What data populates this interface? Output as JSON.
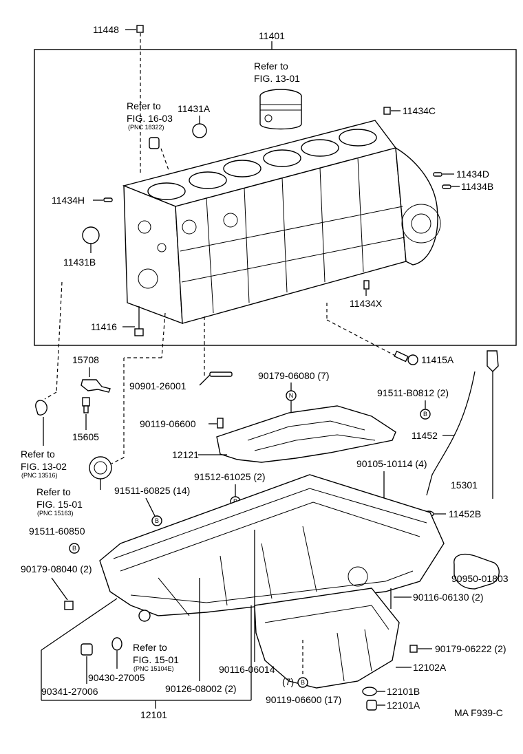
{
  "diagram_code": "MA  F939-C",
  "group_label": "11401",
  "bubble_mark": "B",
  "bubble_mark_n": "N",
  "refs": {
    "fig_13_01": {
      "line1": "Refer to",
      "line2": "FIG. 13-01"
    },
    "fig_16_03": {
      "line1": "Refer to",
      "line2": "FIG. 16-03",
      "pnc": "(PNC 18322)"
    },
    "fig_13_02": {
      "line1": "Refer to",
      "line2": "FIG. 13-02",
      "pnc": "(PNC 13516)"
    },
    "fig_15_01a": {
      "line1": "Refer to",
      "line2": "FIG. 15-01",
      "pnc": "(PNC 15163)"
    },
    "fig_15_01b": {
      "line1": "Refer to",
      "line2": "FIG. 15-01",
      "pnc": "(PNC 15104E)"
    }
  },
  "parts": {
    "p11448": "11448",
    "p11431A": "11431A",
    "p11434C": "11434C",
    "p11434D": "11434D",
    "p11434B": "11434B",
    "p11434H": "11434H",
    "p11431B": "11431B",
    "p11434X": "11434X",
    "p11416": "11416",
    "p11415A": "11415A",
    "p15708": "15708",
    "p15605": "15605",
    "p90901": "90901-26001",
    "p90179_06080": "90179-06080 (7)",
    "p91511_B0812": "91511-B0812 (2)",
    "p90119_06600a": "90119-06600",
    "p12121": "12121",
    "p11452": "11452",
    "p90105": "90105-10114 (4)",
    "p15301": "15301",
    "p91512": "91512-61025 (2)",
    "p91511_60825": "91511-60825 (14)",
    "p11452B": "11452B",
    "p91511_60850": "91511-60850",
    "p90950": "90950-01803",
    "p90179_08040": "90179-08040 (2)",
    "p90116_06130": "90116-06130 (2)",
    "p90179_06222": "90179-06222 (2)",
    "p12102A": "12102A",
    "p90430": "90430-27005",
    "p90341": "90341-27006",
    "p90126": "90126-08002 (2)",
    "p90116_06014": "90116-06014",
    "p90116_06014_qty": "(7)",
    "p90119_06600b": "90119-06600 (17)",
    "p12101B": "12101B",
    "p12101A": "12101A",
    "p12101": "12101"
  }
}
